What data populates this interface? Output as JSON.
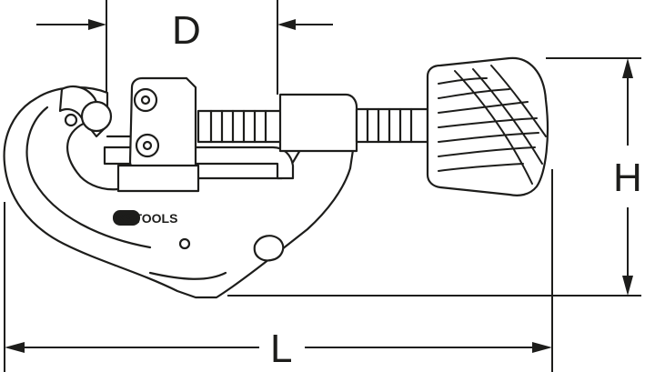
{
  "diagram": {
    "subject": "tube-cutter",
    "stroke_color": "#1d1d1b",
    "fill_color": "#ffffff",
    "brand": {
      "logo_text": "KSTOOLS"
    },
    "dimensions": {
      "d_label": "D",
      "h_label": "H",
      "l_label": "L"
    }
  }
}
